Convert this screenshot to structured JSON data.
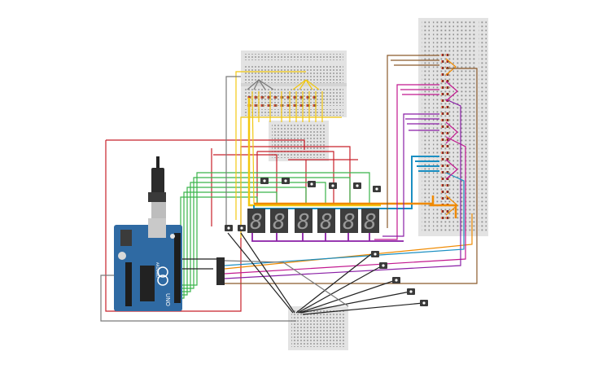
{
  "arduino": {
    "board_label": "UNO",
    "brand_label": "ARDUINO"
  },
  "seven_segment": {
    "count": 6,
    "shown_digit": "8"
  },
  "photo_resistors": {
    "count": 11
  },
  "colors": {
    "board_blue": "#2f6aa3",
    "breadboard": "#e3e3e3",
    "segment_body": "#3d3d3d",
    "wire_red": "#c8202a",
    "wire_green": "#39b54a",
    "wire_yellow": "#f2c811",
    "wire_orange": "#f08a00",
    "wire_magenta": "#c2188f",
    "wire_purple": "#8a1fa6",
    "wire_cyan": "#1b8fc2",
    "wire_brown": "#8b5a2b",
    "wire_gray": "#7a7a7a",
    "wire_black": "#222222"
  }
}
